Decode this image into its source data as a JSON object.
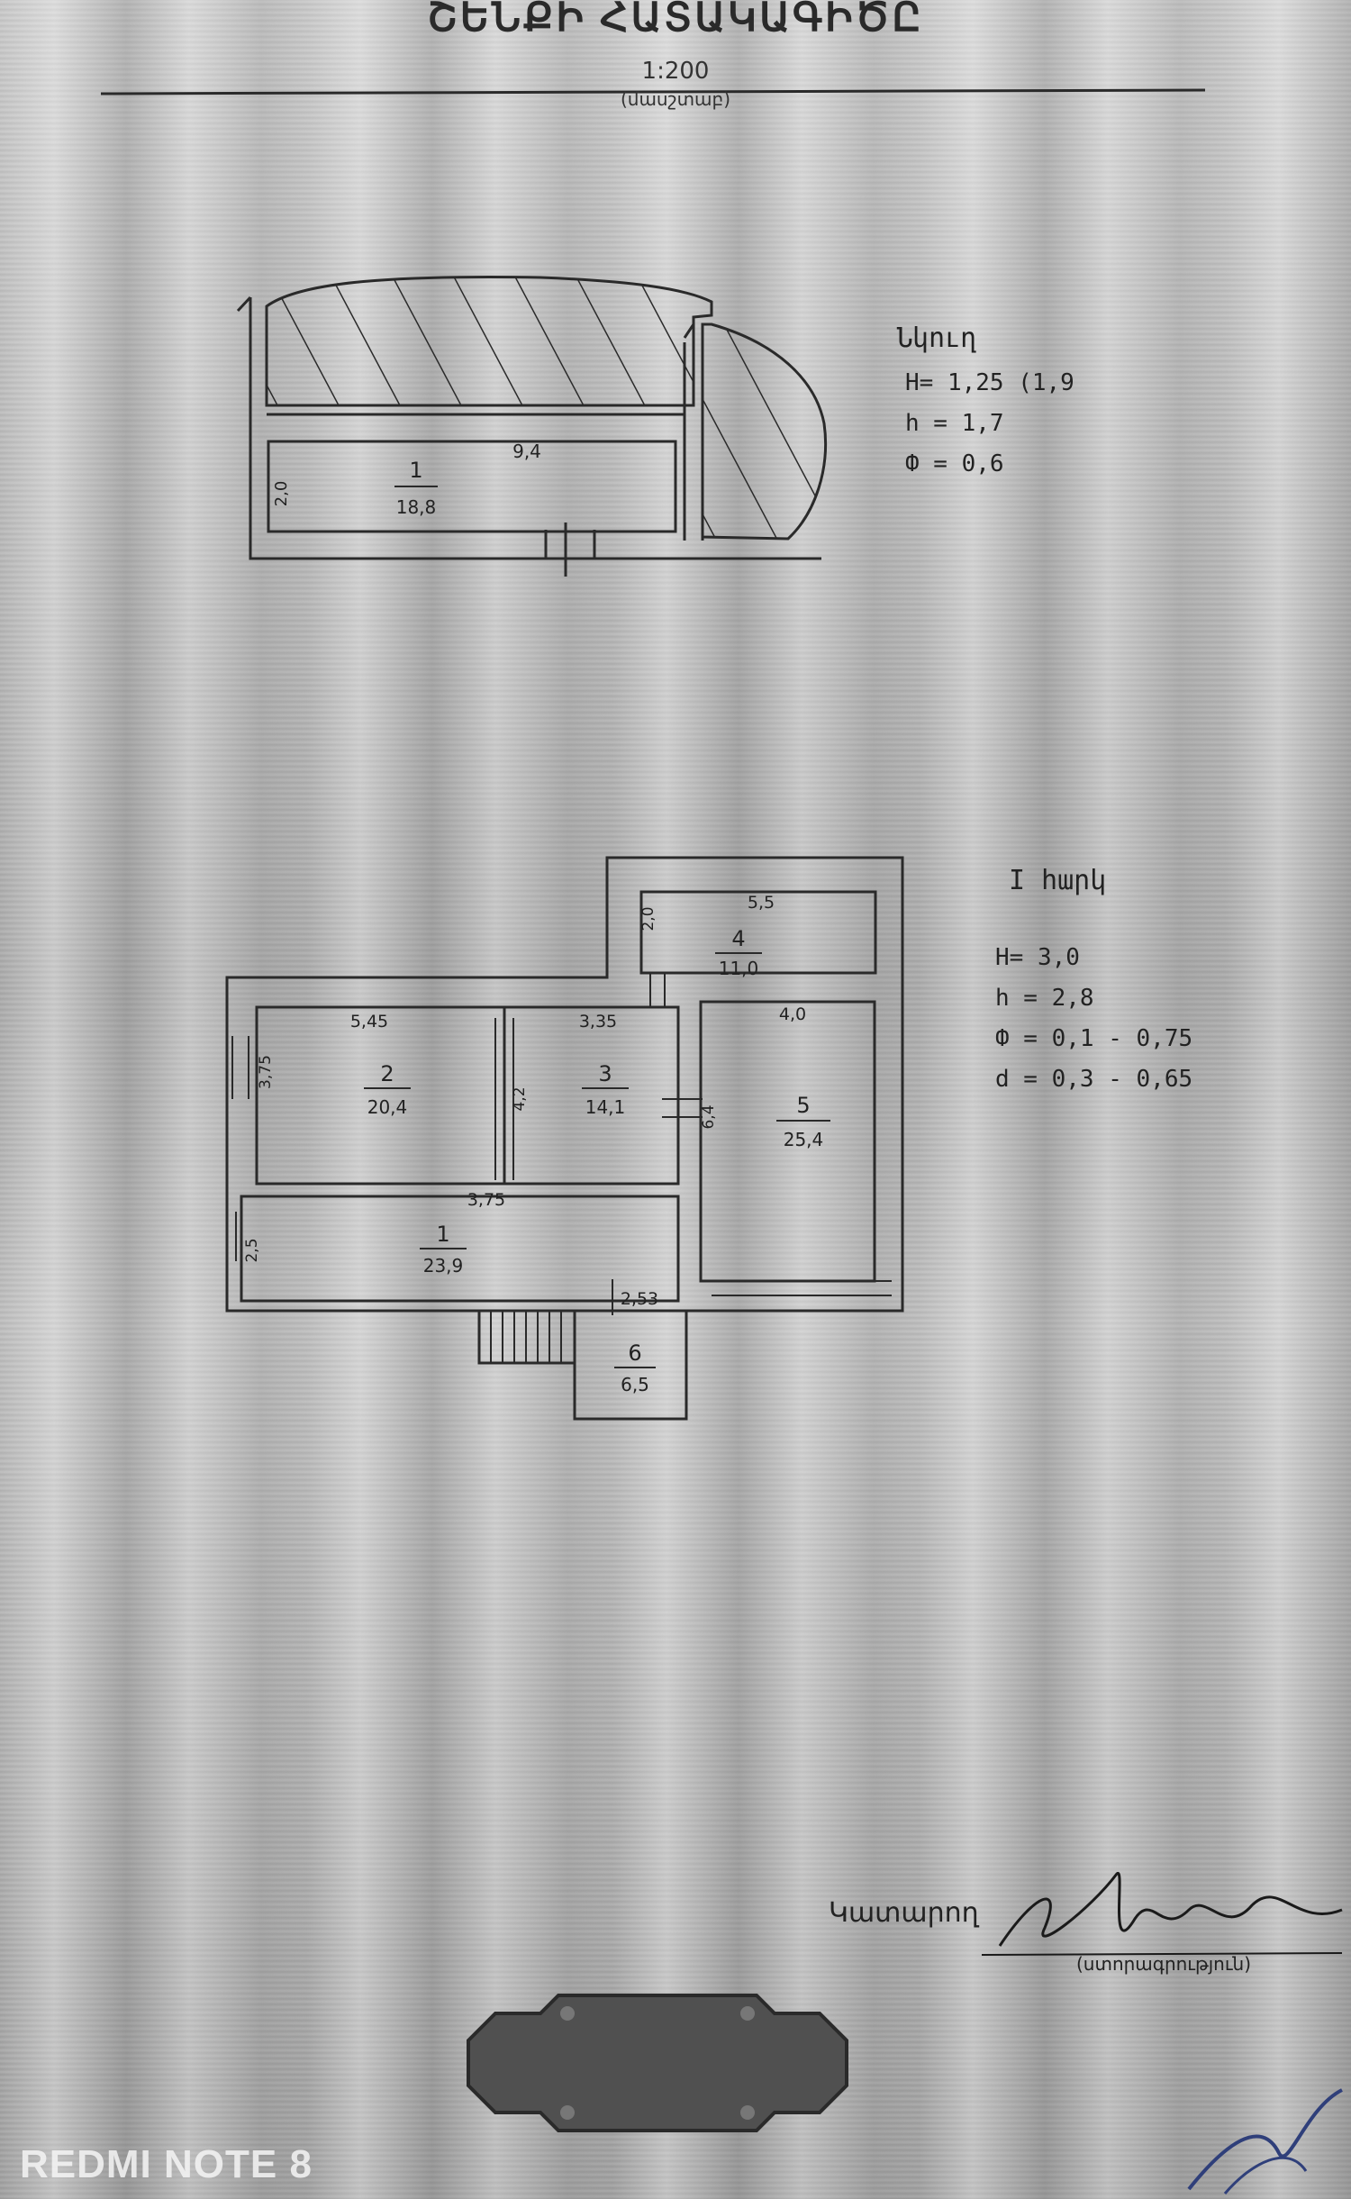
{
  "header": {
    "title": "ՇԵՆՔԻ ՀԱՏԱԿԱԳԻԾԸ",
    "scale": "1:200",
    "scale_caption": "(մասշտաբ)"
  },
  "basement": {
    "label": "Նկուղ",
    "params": [
      "H= 1,25 (1,9",
      "h = 1,7",
      "Փ = 0,6"
    ],
    "room_number": "1",
    "room_area": "18,8",
    "length": "9,4",
    "width": "2,0"
  },
  "floor1": {
    "label": "I հարկ",
    "params": [
      "H= 3,0",
      "h = 2,8",
      "Փ = 0,1 - 0,75",
      "d = 0,3 - 0,65"
    ],
    "rooms": [
      {
        "number": "1",
        "area": "23,9"
      },
      {
        "number": "2",
        "area": "20,4"
      },
      {
        "number": "3",
        "area": "14,1"
      },
      {
        "number": "4",
        "area": "11,0"
      },
      {
        "number": "5",
        "area": "25,4"
      },
      {
        "number": "6",
        "area": "6,5"
      }
    ],
    "dimensions": {
      "d_545": "5,45",
      "d_335": "3,35",
      "d_55": "5,5",
      "d_40": "4,0",
      "d_20": "2,0",
      "d_375": "3,75",
      "d_253": "2,53",
      "d_375v": "3,75",
      "d_42v": "4,2",
      "d_64": "6,4",
      "d_25": "2,5"
    }
  },
  "footer": {
    "performer_label": "Կատարող",
    "signature_caption": "(ստորագրություն)",
    "device_watermark": "REDMI NOTE 8"
  }
}
